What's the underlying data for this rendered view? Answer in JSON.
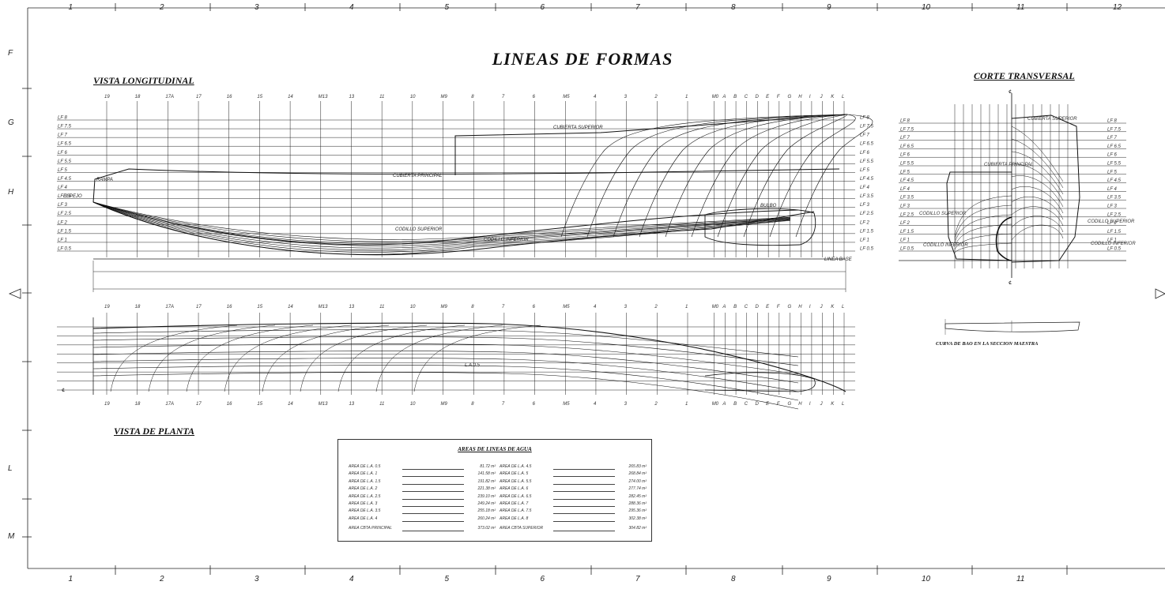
{
  "title": "LINEAS DE FORMAS",
  "views": {
    "longitudinal": "VISTA LONGITUDINAL",
    "plan": "VISTA DE PLANTA",
    "transverse": "CORTE TRANSVERSAL",
    "camber_curve": "CURVA DE BAO EN LA SECCION MAESTRA"
  },
  "grid": {
    "columns_top": [
      "1",
      "2",
      "3",
      "4",
      "5",
      "6",
      "7",
      "8",
      "9",
      "10",
      "11",
      "12"
    ],
    "columns_bottom": [
      "1",
      "2",
      "3",
      "4",
      "5",
      "6",
      "7",
      "8",
      "9",
      "10",
      "11"
    ],
    "rows": [
      "F",
      "G",
      "H",
      "L",
      "M"
    ]
  },
  "stations": [
    "19",
    "18",
    "17A",
    "17",
    "16",
    "15",
    "14",
    "M13",
    "13",
    "11",
    "10",
    "M9",
    "8",
    "7",
    "6",
    "M5",
    "4",
    "3",
    "2",
    "1",
    "M0",
    "A",
    "B",
    "C",
    "D",
    "E",
    "F",
    "G",
    "H",
    "I",
    "J",
    "K",
    "L"
  ],
  "waterlines": [
    "LF 8",
    "LF 7.5",
    "LF 7",
    "LF 6.5",
    "LF 6",
    "LF 5.5",
    "LF 5",
    "LF 4.5",
    "LF 4",
    "LF 3.5",
    "LF 3",
    "LF 2.5",
    "LF 2",
    "LF 1.5",
    "LF 1",
    "LF 0.5"
  ],
  "profile_labels": {
    "upper_deck": "CUBIERTA SUPERIOR",
    "main_deck": "CUBIERTA PRINCIPAL",
    "upper_chine": "CODILLO SUPERIOR",
    "lower_chine": "CODILLO INFERIOR",
    "bulb": "BULBO",
    "baseline": "LINEA BASE",
    "ramp": "RAMPA",
    "transom": "ESPEJO",
    "plan_wl": "L.A.0.5"
  },
  "section_labels": {
    "centerline": "℄",
    "upper_deck": "CUBIERTA SUPERIOR",
    "main_deck": "CUBIERTA PRINCIPAL",
    "upper_chine": "CODILLO SUPERIOR",
    "lower_chine": "CODILLO INFERIOR"
  },
  "areas": {
    "title": "AREAS DE LINEAS DE AGUA",
    "left": [
      {
        "label": "AREA DE L.A. 0.5",
        "value": "81.72 m²"
      },
      {
        "label": "AREA DE L.A. 1",
        "value": "141.58 m²"
      },
      {
        "label": "AREA DE L.A. 1.5",
        "value": "191.82 m²"
      },
      {
        "label": "AREA DE L.A. 2",
        "value": "221.38 m²"
      },
      {
        "label": "AREA DE L.A. 2.5",
        "value": "239.10 m²"
      },
      {
        "label": "AREA DE L.A. 3",
        "value": "249.24 m²"
      },
      {
        "label": "AREA DE L.A. 3.5",
        "value": "255.18 m²"
      },
      {
        "label": "AREA DE L.A. 4",
        "value": "260.24 m²"
      },
      {
        "label": "AREA CBTA PRINCIPAL",
        "value": "373.02 m²"
      }
    ],
    "right": [
      {
        "label": "AREA DE L.A. 4.5",
        "value": "265.83 m²"
      },
      {
        "label": "AREA DE L.A. 5",
        "value": "268.84 m²"
      },
      {
        "label": "AREA DE L.A. 5.5",
        "value": "274.00 m²"
      },
      {
        "label": "AREA DE L.A. 6",
        "value": "277.74 m²"
      },
      {
        "label": "AREA DE L.A. 6.5",
        "value": "282.45 m²"
      },
      {
        "label": "AREA DE L.A. 7",
        "value": "288.36 m²"
      },
      {
        "label": "AREA DE L.A. 7.5",
        "value": "295.36 m²"
      },
      {
        "label": "AREA DE L.A. 8",
        "value": "302.38 m²"
      },
      {
        "label": "AREA CBTA SUPERIOR",
        "value": "304.82 m²"
      }
    ]
  }
}
